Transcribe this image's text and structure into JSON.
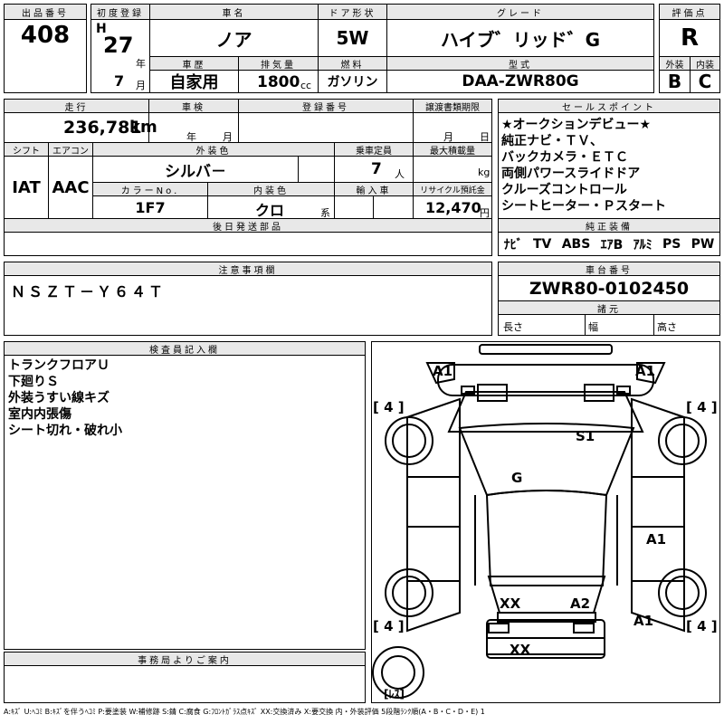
{
  "header": {
    "lot_label": "出品番号",
    "lot_number": "408",
    "first_reg_label": "初度登録",
    "era": "H",
    "reg_year": "27",
    "year_unit": "年",
    "reg_month": "7",
    "month_unit": "月",
    "car_name_label": "車名",
    "car_name": "ノア",
    "door_label": "ドア形状",
    "door": "5W",
    "grade_label": "グレード",
    "grade": "ハイブ゛リッド゛G",
    "score_label": "評価点",
    "score": "R",
    "history_label": "車歴",
    "history": "自家用",
    "displacement_label": "排気量",
    "displacement": "1800",
    "cc_unit": "cc",
    "fuel_label": "燃料",
    "fuel": "ガソリン",
    "model_label": "型式",
    "model": "DAA-ZWR80G",
    "ext_label": "外装",
    "ext_grade": "B",
    "int_label": "内装",
    "int_grade": "C"
  },
  "row2": {
    "mileage_label": "走行",
    "mileage": "236,781",
    "km_unit": "km",
    "inspection_label": "車検",
    "insp_year_unit": "年",
    "insp_month_unit": "月",
    "plate_label": "登録番号",
    "transfer_label": "譲渡書類期限",
    "transfer_month_unit": "月",
    "transfer_day_unit": "日",
    "shift_label": "シフト",
    "shift": "IAT",
    "ac_label": "エアコン",
    "ac": "AAC",
    "ext_color_label": "外装色",
    "ext_color": "シルバ－",
    "capacity_label": "乗車定員",
    "capacity": "7",
    "person_unit": "人",
    "load_label": "最大積載量",
    "kg_unit": "kg",
    "color_no_label": "カラーNo.",
    "color_no": "1F7",
    "int_color_label": "内装色",
    "int_color": "クロ",
    "int_color_unit": "系",
    "import_label": "輸入車",
    "recycle_label": "リサイクル預託金",
    "recycle": "12,470",
    "yen_unit": "円",
    "later_label": "後日発送部品"
  },
  "sales_points": {
    "label": "セールスポイント",
    "lines": [
      "★オークションデビュー★",
      "純正ナビ・ＴＶ、",
      "バックカメラ・ＥＴＣ",
      "両側パワースライドドア",
      "クルーズコントロール",
      "シートヒーター・Ｐスタート"
    ]
  },
  "equipment": {
    "label": "純正装備",
    "items": [
      "ﾅﾋﾞ",
      "TV",
      "ABS",
      "ｴｱB",
      "ｱﾙﾐ",
      "PS",
      "PW"
    ]
  },
  "caution": {
    "label": "注意事項欄",
    "text": "ＮＳＺＴ－Ｙ６４Ｔ"
  },
  "chassis": {
    "label": "車台番号",
    "number": "ZWR80-0102450",
    "spec_label": "諸元",
    "length_label": "長さ",
    "width_label": "幅",
    "height_label": "高さ"
  },
  "inspector": {
    "label": "検査員記入欄",
    "lines": [
      "トランクフロアＵ",
      "下廻りＳ",
      "外装うすい線キズ",
      "室内内張傷",
      "シート切れ・破れ小"
    ]
  },
  "office": {
    "label": "事務局よりご案内"
  },
  "diagram": {
    "marks": [
      "A1",
      "A1",
      "S1",
      "G",
      "A1",
      "XX",
      "A2",
      "A1",
      "XX"
    ],
    "tire_left_top": "[ 4 ]",
    "tire_right_top": "[ 4 ]",
    "tire_left_bottom": "[ 4 ]",
    "tire_right_bottom": "[ 4 ]",
    "spare": "[ﾚｽ]"
  },
  "legend": "A:ｷｽﾞ U:ﾍｺﾐ B:ｷｽﾞを伴うﾍｺﾐ P:要塗装 W:補修跡 S:錆 C:腐食 G:ﾌﾛﾝﾄｶﾞﾗｽ点ｷｽﾞ XX:交換済み X:要交換 内・外装評価 5段階ﾗﾝｸ順(A・B・C・D・E) 1",
  "colors": {
    "header_bg": "#e8e8e8",
    "ink": "#000000"
  }
}
